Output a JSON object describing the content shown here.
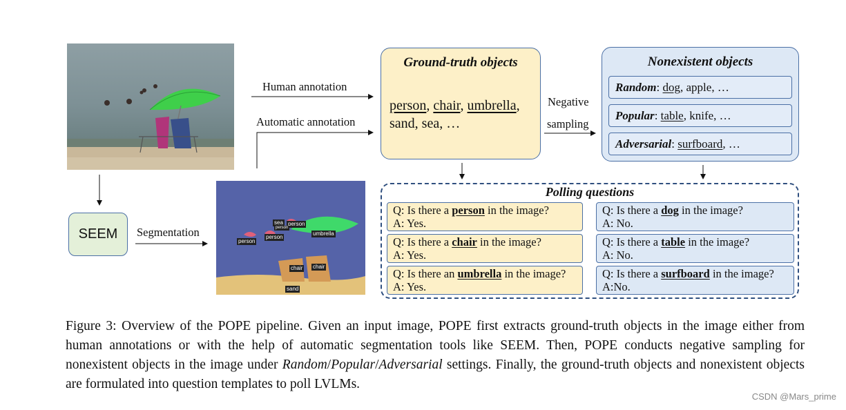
{
  "annotations": {
    "human": "Human annotation",
    "automatic": "Automatic annotation",
    "segmentation": "Segmentation",
    "negative_sampling_line1": "Negative",
    "negative_sampling_line2": "sampling"
  },
  "seem": {
    "label": "SEEM"
  },
  "segmentation_labels": {
    "sea": "sea",
    "person1": "person",
    "person2": "person",
    "person3": "person",
    "person4": "person",
    "umbrella": "umbrella",
    "chair1": "chair",
    "chair2": "chair",
    "sand": "sand"
  },
  "ground_truth": {
    "title": "Ground-truth objects",
    "line1": "person, chair, umbrella,",
    "obj_person": "person",
    "obj_chair": "chair",
    "obj_umbrella": "umbrella",
    "sep": ", ",
    "line2": "sand, sea, …"
  },
  "nonexistent": {
    "title": "Nonexistent objects",
    "random": {
      "label": "Random",
      "rest_a": ": ",
      "obj": "dog",
      "rest_b": ", apple, …"
    },
    "popular": {
      "label": "Popular",
      "rest_a": ": ",
      "obj": "table",
      "rest_b": ", knife, …"
    },
    "adversarial": {
      "label": "Adversarial",
      "rest_a": ": ",
      "obj": "surfboard",
      "rest_b": ", …"
    }
  },
  "polling": {
    "title": "Polling questions",
    "questions": [
      {
        "pre": "Q: Is there a ",
        "obj": "person",
        "post": " in the image?",
        "answer": "A: Yes."
      },
      {
        "pre": "Q: Is there a ",
        "obj": "chair",
        "post": " in the image?",
        "answer": "A: Yes."
      },
      {
        "pre": "Q: Is there an ",
        "obj": "umbrella",
        "post": " in the image?",
        "answer": "A: Yes."
      },
      {
        "pre": "Q: Is there a ",
        "obj": "dog",
        "post": " in the image?",
        "answer": "A: No."
      },
      {
        "pre": "Q: Is there a ",
        "obj": "table",
        "post": " in the image?",
        "answer": "A: No."
      },
      {
        "pre": "Q: Is there a ",
        "obj": "surfboard",
        "post": " in the image?",
        "answer": "A:No."
      }
    ]
  },
  "caption": {
    "part1": "Figure 3: Overview of the POPE pipeline. Given an input image, POPE first extracts ground-truth objects in the image either from human annotations or with the help of automatic segmentation tools like SEEM. Then, POPE conducts negative sampling for nonexistent objects in the image under ",
    "random": "Random",
    "slash1": "/",
    "popular": "Popular",
    "slash2": "/",
    "adversarial": "Adversarial",
    "part2": " settings. Finally, the ground-truth objects and nonexistent objects are formulated into question templates to poll LVLMs."
  },
  "watermark": "CSDN @Mars_prime",
  "colors": {
    "gt_fill": "#fdf0c8",
    "ne_fill": "#dde8f5",
    "seem_fill": "#e4f0d9",
    "border": "#4a6fa5",
    "dashed_border": "#2f4f7f"
  }
}
